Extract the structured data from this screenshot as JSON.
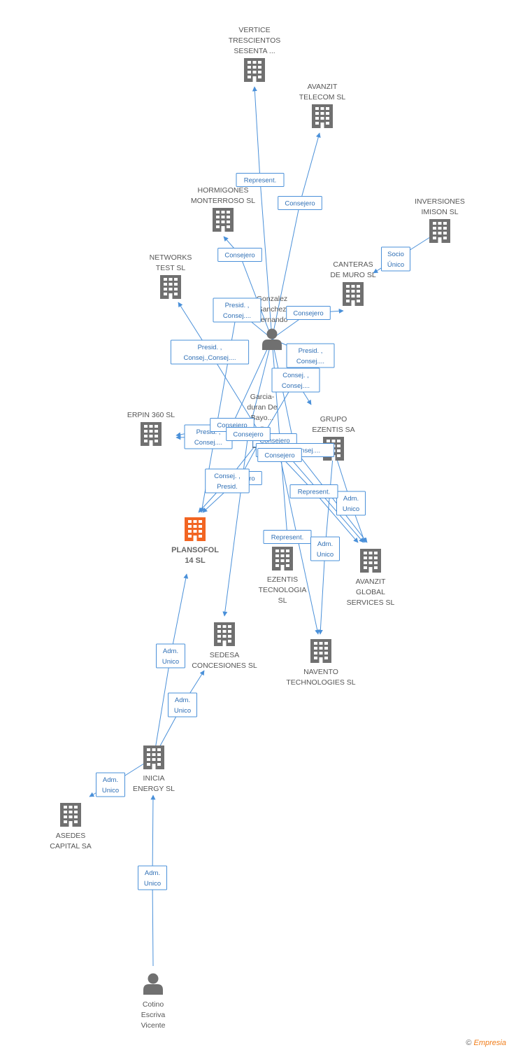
{
  "nodes": [
    {
      "id": "vertice",
      "type": "company",
      "label": [
        "VERTICE",
        "TRESCIENTOS",
        "SESENTA ..."
      ]
    },
    {
      "id": "avanzit_telecom",
      "type": "company",
      "label": [
        "AVANZIT",
        "TELECOM SL"
      ]
    },
    {
      "id": "hormigones",
      "type": "company",
      "label": [
        "HORMIGONES",
        "MONTERROSO SL"
      ]
    },
    {
      "id": "inversiones",
      "type": "company",
      "label": [
        "INVERSIONES",
        "IMISON SL"
      ]
    },
    {
      "id": "networks",
      "type": "company",
      "label": [
        "NETWORKS",
        "TEST SL"
      ]
    },
    {
      "id": "canteras",
      "type": "company",
      "label": [
        "CANTERAS",
        "DE MURO SL"
      ]
    },
    {
      "id": "gonzalez",
      "type": "person",
      "label": [
        "Gonzalez",
        "Sanchez",
        "Fernando"
      ]
    },
    {
      "id": "erpin",
      "type": "company",
      "label": [
        "ERPIN 360  SL"
      ]
    },
    {
      "id": "garcia",
      "type": "person",
      "label": [
        "Garcia-",
        "duran De",
        "Bayo..."
      ]
    },
    {
      "id": "grupo_ezentis",
      "type": "company",
      "label": [
        "GRUPO",
        "EZENTIS SA"
      ]
    },
    {
      "id": "plansofol",
      "type": "focus",
      "label": [
        "PLANSOFOL",
        "14 SL"
      ]
    },
    {
      "id": "ezentis_tec",
      "type": "company",
      "label": [
        "EZENTIS",
        "TECNOLOGIA",
        "SL"
      ]
    },
    {
      "id": "avanzit_global",
      "type": "company",
      "label": [
        "AVANZIT",
        "GLOBAL",
        "SERVICES  SL"
      ]
    },
    {
      "id": "sedesa",
      "type": "company",
      "label": [
        "SEDESA",
        "CONCESIONES SL"
      ]
    },
    {
      "id": "navento",
      "type": "company",
      "label": [
        "NAVENTO",
        "TECHNOLOGIES SL"
      ]
    },
    {
      "id": "inicia",
      "type": "company",
      "label": [
        "INICIA",
        "ENERGY  SL"
      ]
    },
    {
      "id": "asedes",
      "type": "company",
      "label": [
        "ASEDES",
        "CAPITAL SA"
      ]
    },
    {
      "id": "cotino",
      "type": "person",
      "label": [
        "Cotino",
        "Escriva",
        "Vicente"
      ]
    }
  ],
  "edges": [
    {
      "from": "gonzalez",
      "to": "vertice",
      "label": [
        "Represent."
      ]
    },
    {
      "from": "gonzalez",
      "to": "avanzit_telecom",
      "label": [
        "Consejero"
      ]
    },
    {
      "from": "gonzalez",
      "to": "hormigones",
      "label": [
        "Consejero"
      ]
    },
    {
      "from": "inversiones",
      "to": "canteras",
      "label": [
        "Socio",
        "Único"
      ]
    },
    {
      "from": "gonzalez",
      "to": "canteras",
      "label": [
        "Consejero"
      ]
    },
    {
      "from": "gonzalez",
      "to": "plansofol",
      "label": [
        "Presid. ,",
        "Consej...."
      ]
    },
    {
      "from": "garcia",
      "to": "networks",
      "label": [
        "Presid. ,",
        "Consej.,Consej...."
      ]
    },
    {
      "from": "gonzalez",
      "to": "grupo_ezentis",
      "label": [
        "Presid. ,",
        "Consej...."
      ]
    },
    {
      "from": "garcia",
      "to": "grupo_ezentis",
      "label": [
        "Consej. ,",
        "Consej...."
      ]
    },
    {
      "from": "garcia",
      "to": "erpin",
      "label": [
        "Presid. ,",
        "Consej...."
      ]
    },
    {
      "from": "gonzalez",
      "to": "erpin",
      "label": [
        "Consejero"
      ]
    },
    {
      "from": "garcia",
      "to": "plansofol",
      "label": [
        "Consejero"
      ]
    },
    {
      "from": "garcia",
      "to": "plansofol",
      "label": [
        "Consej. ,",
        "Presid."
      ]
    },
    {
      "from": "garcia",
      "to": "avanzit_global",
      "label": [
        "Consejero"
      ]
    },
    {
      "from": "gonzalez",
      "to": "avanzit_global",
      "label": [
        "Presid.,Consej...."
      ]
    },
    {
      "from": "grupo_ezentis",
      "to": "avanzit_global",
      "label": [
        "Adm.",
        "Unico"
      ]
    },
    {
      "from": "garcia",
      "to": "avanzit_global",
      "label": [
        "Represent."
      ]
    },
    {
      "from": "gonzalez",
      "to": "ezentis_tec",
      "label": [
        "Represent."
      ]
    },
    {
      "from": "grupo_ezentis",
      "to": "navento",
      "label": [
        "Adm.",
        "Unico"
      ]
    },
    {
      "from": "garcia",
      "to": "navento",
      "label": [
        "Consejero"
      ]
    },
    {
      "from": "gonzalez",
      "to": "sedesa",
      "label": [
        "Consejero"
      ]
    },
    {
      "from": "inicia",
      "to": "plansofol",
      "label": [
        "Adm.",
        "Unico"
      ]
    },
    {
      "from": "inicia",
      "to": "sedesa",
      "label": [
        "Adm.",
        "Unico"
      ]
    },
    {
      "from": "inicia",
      "to": "asedes",
      "label": [
        "Adm.",
        "Unico"
      ]
    },
    {
      "from": "cotino",
      "to": "inicia",
      "label": [
        "Adm.",
        "Unico"
      ]
    }
  ],
  "colors": {
    "edge": "#4a90d9",
    "node": "#707070",
    "focus": "#f26522",
    "label": "#555555"
  },
  "footer": {
    "copyright": "©",
    "brand": "Empresia"
  }
}
